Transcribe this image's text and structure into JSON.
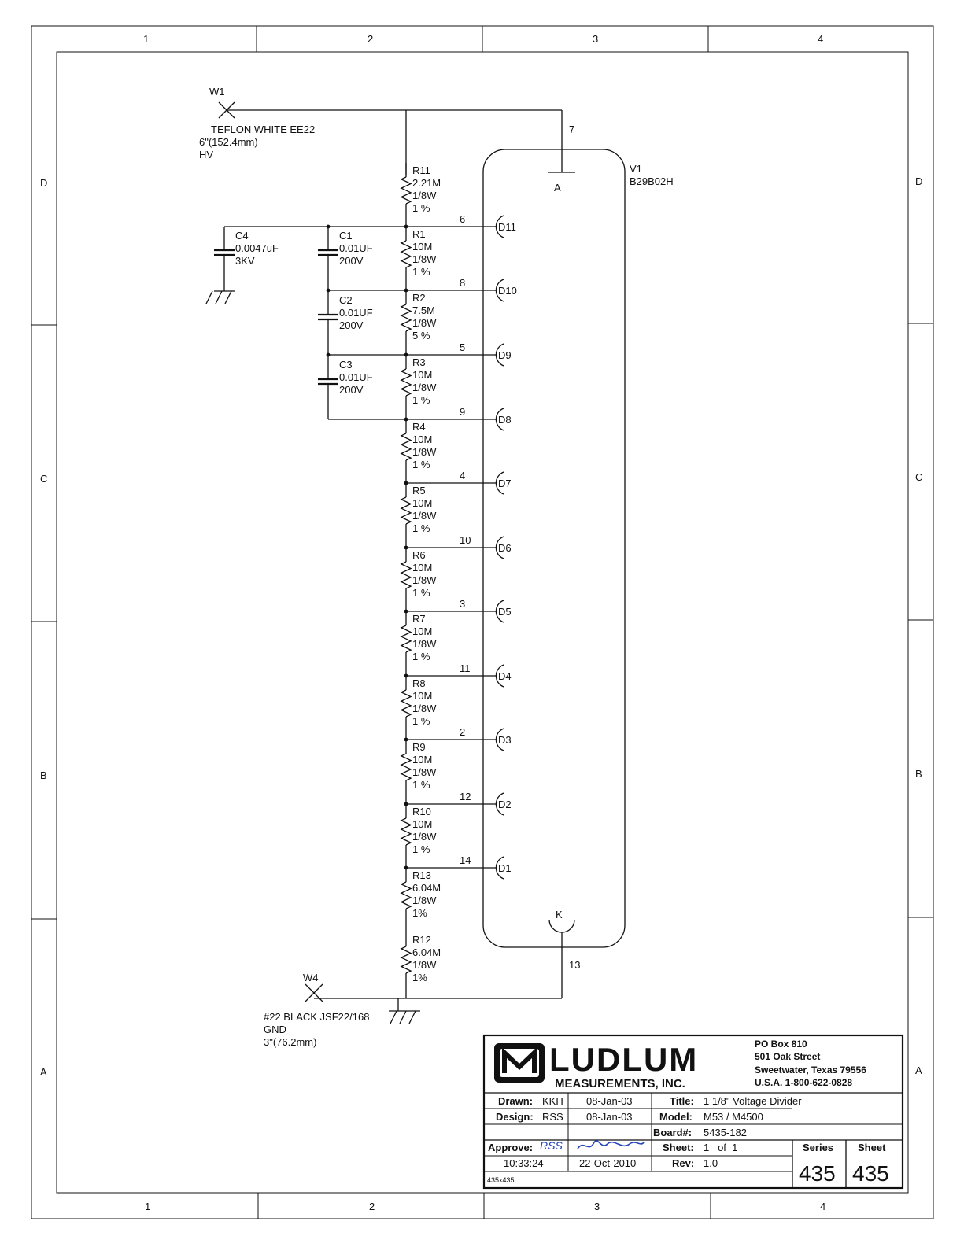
{
  "frame": {
    "columns": [
      "1",
      "2",
      "3",
      "4"
    ],
    "rows": [
      "D",
      "C",
      "B",
      "A"
    ]
  },
  "tube": {
    "ref": "V1",
    "part": "B29B02H",
    "anode_label": "A",
    "anode_pin": "7",
    "cathode_label": "K",
    "cathode_pin": "13",
    "dynodes": [
      {
        "label": "D11",
        "pin": "6"
      },
      {
        "label": "D10",
        "pin": "8"
      },
      {
        "label": "D9",
        "pin": "5"
      },
      {
        "label": "D8",
        "pin": "9"
      },
      {
        "label": "D7",
        "pin": "4"
      },
      {
        "label": "D6",
        "pin": "10"
      },
      {
        "label": "D5",
        "pin": "3"
      },
      {
        "label": "D4",
        "pin": "11"
      },
      {
        "label": "D3",
        "pin": "2"
      },
      {
        "label": "D2",
        "pin": "12"
      },
      {
        "label": "D1",
        "pin": "14"
      }
    ]
  },
  "resistors": [
    {
      "ref": "R11",
      "value": "2.21M",
      "power": "1/8W",
      "tol": "1 %"
    },
    {
      "ref": "R1",
      "value": "10M",
      "power": "1/8W",
      "tol": "1 %"
    },
    {
      "ref": "R2",
      "value": "7.5M",
      "power": "1/8W",
      "tol": "5 %"
    },
    {
      "ref": "R3",
      "value": "10M",
      "power": "1/8W",
      "tol": "1 %"
    },
    {
      "ref": "R4",
      "value": "10M",
      "power": "1/8W",
      "tol": "1 %"
    },
    {
      "ref": "R5",
      "value": "10M",
      "power": "1/8W",
      "tol": "1 %"
    },
    {
      "ref": "R6",
      "value": "10M",
      "power": "1/8W",
      "tol": "1 %"
    },
    {
      "ref": "R7",
      "value": "10M",
      "power": "1/8W",
      "tol": "1 %"
    },
    {
      "ref": "R8",
      "value": "10M",
      "power": "1/8W",
      "tol": "1 %"
    },
    {
      "ref": "R9",
      "value": "10M",
      "power": "1/8W",
      "tol": "1 %"
    },
    {
      "ref": "R10",
      "value": "10M",
      "power": "1/8W",
      "tol": "1 %"
    },
    {
      "ref": "R13",
      "value": "6.04M",
      "power": "1/8W",
      "tol": "1%"
    },
    {
      "ref": "R12",
      "value": "6.04M",
      "power": "1/8W",
      "tol": "1%"
    }
  ],
  "capacitors": [
    {
      "ref": "C4",
      "value": "0.0047uF",
      "rating": "3KV"
    },
    {
      "ref": "C1",
      "value": "0.01UF",
      "rating": "200V"
    },
    {
      "ref": "C2",
      "value": "0.01UF",
      "rating": "200V"
    },
    {
      "ref": "C3",
      "value": "0.01UF",
      "rating": "200V"
    }
  ],
  "w1": {
    "ref": "W1",
    "line1": "TEFLON WHITE EE22",
    "line2": "6\"(152.4mm)",
    "line3": "HV"
  },
  "w4": {
    "ref": "W4",
    "line1": "#22 BLACK  JSF22/168",
    "line2": "GND",
    "line3": "3\"(76.2mm)"
  },
  "title_block": {
    "logo_text": "LUDLUM",
    "logo_sub": "MEASUREMENTS, INC.",
    "addr1": "PO Box 810",
    "addr2": "501 Oak Street",
    "addr3": "Sweetwater, Texas  79556",
    "addr4": "U.S.A.  1-800-622-0828",
    "drawn_label": "Drawn:",
    "drawn_by": "KKH",
    "drawn_date": "08-Jan-03",
    "design_label": "Design:",
    "design_by": "RSS",
    "design_date": "08-Jan-03",
    "title_label": "Title:",
    "title": "1 1/8\" Voltage Divider",
    "model_label": "Model:",
    "model": "M53 / M4500",
    "board_label": "Board#:",
    "board": "5435-182",
    "approve_label": "Approve:",
    "approve_sig": "RSS",
    "time": "10:33:24",
    "approve_date": "22-Oct-2010",
    "sheet_label": "Sheet:",
    "sheet_value": "1   of  1",
    "rev_label": "Rev:",
    "rev": "1.0",
    "series_label": "Series",
    "series": "435",
    "sheetno_label": "Sheet",
    "sheetno": "435",
    "code": "435x435"
  },
  "colors": {
    "ink": "#111111",
    "signature": "#2446b8",
    "paper": "#ffffff"
  }
}
